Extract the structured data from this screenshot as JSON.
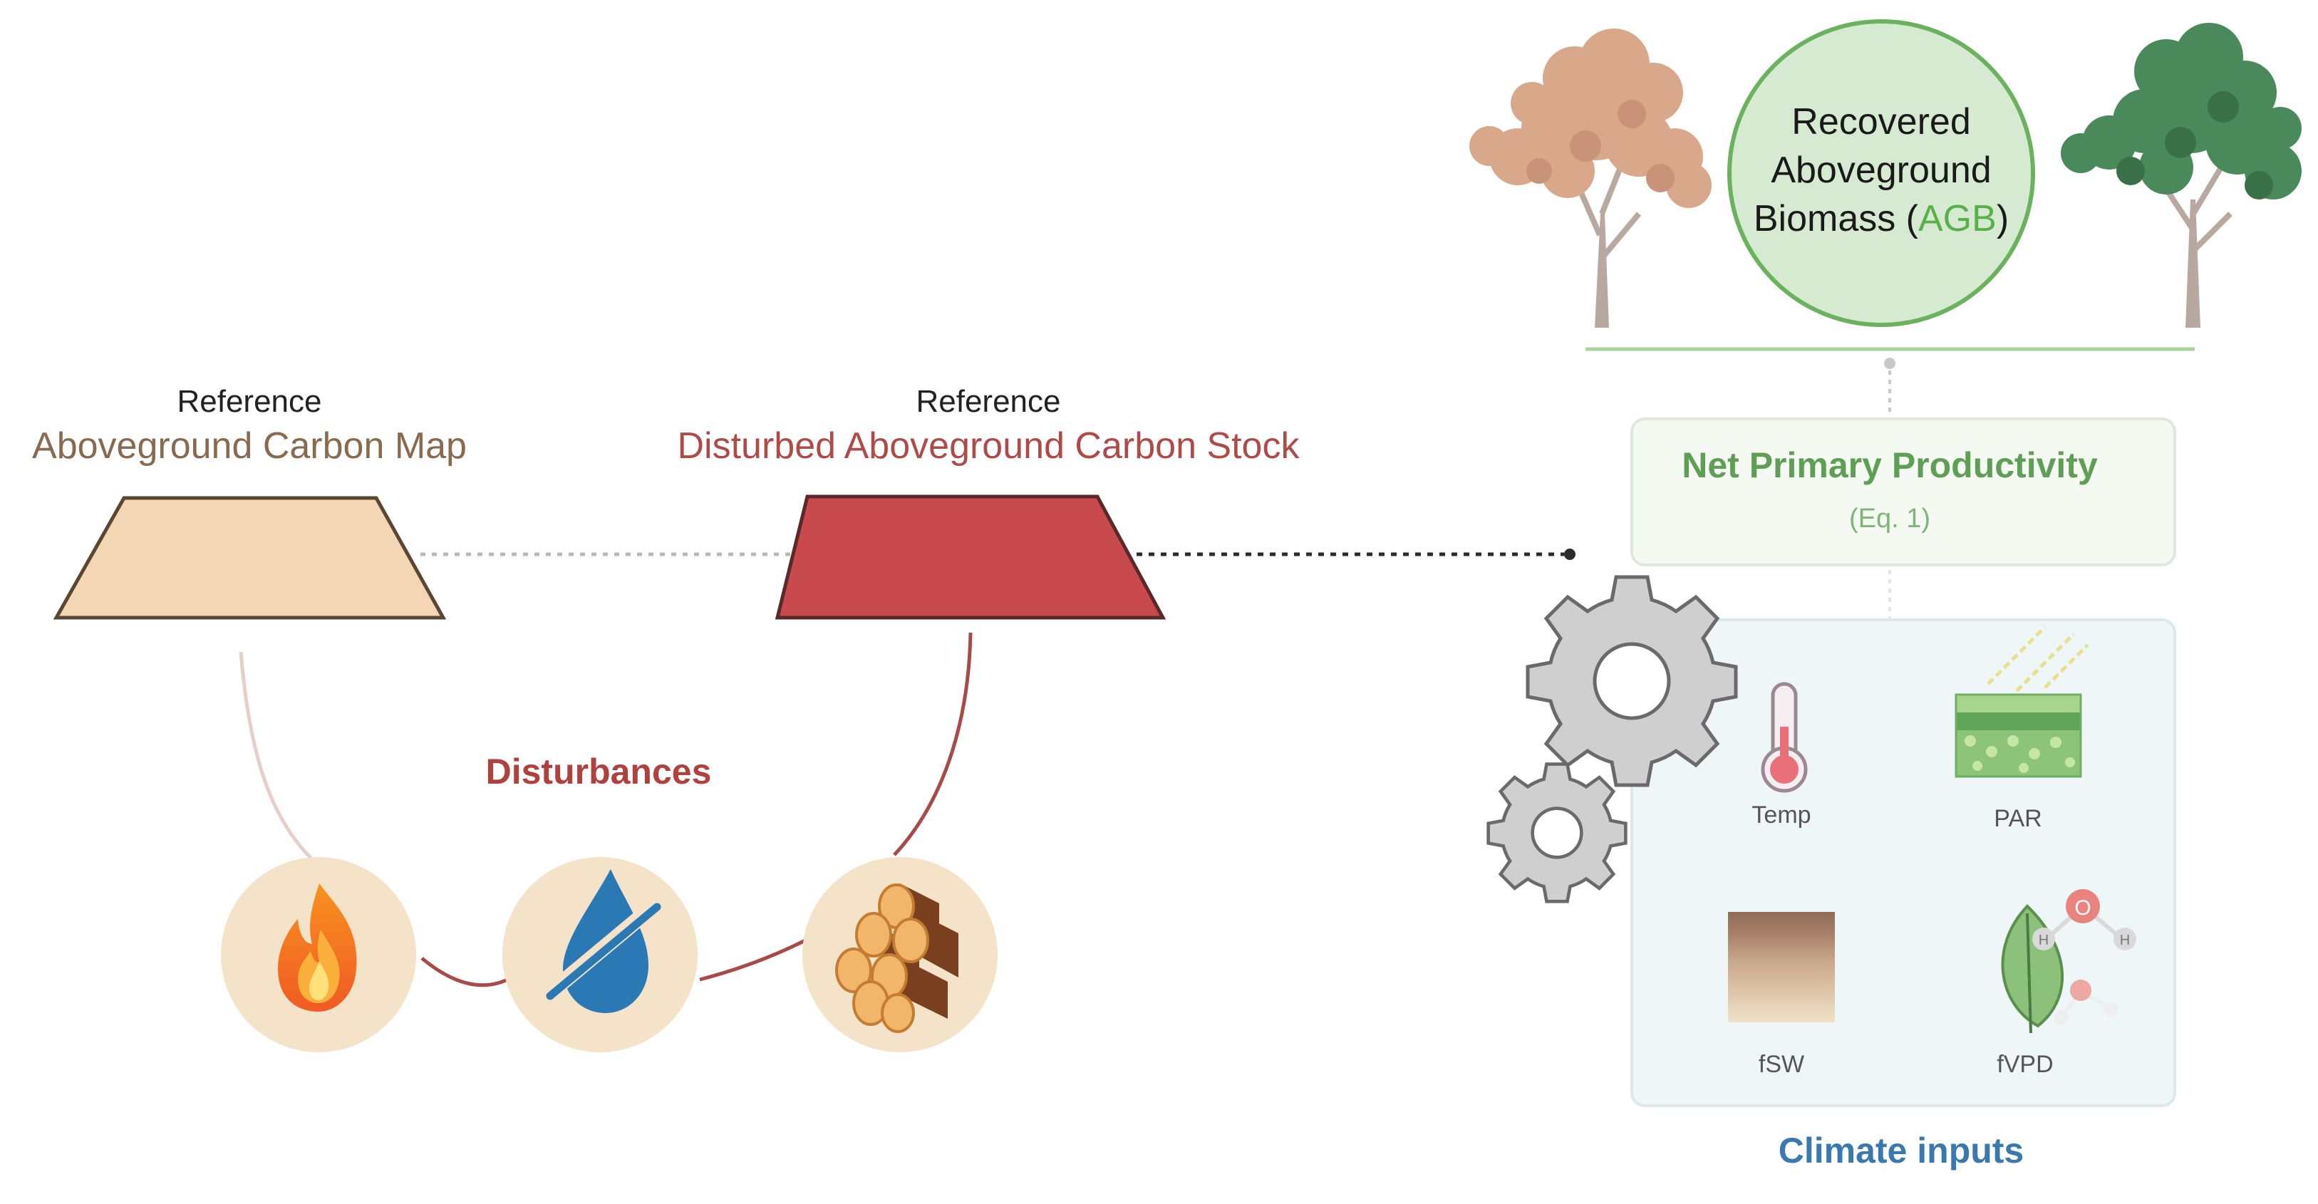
{
  "left_block": {
    "ref_label": "Reference",
    "title": "Aboveground Carbon Map",
    "fill": "#f3d7b5",
    "title_color": "#8a6a4e"
  },
  "middle_block": {
    "ref_label": "Reference",
    "title": "Disturbed Aboveground Carbon Stock",
    "fill": "#c94a4c",
    "title_color": "#b04a48"
  },
  "disturbances": {
    "label": "Disturbances",
    "label_color": "#b0413e",
    "icons": [
      "fire-icon",
      "drought-icon",
      "logging-icon"
    ]
  },
  "recovered": {
    "line1": "Recovered",
    "line2": "Aboveground",
    "line3_prefix": "Biomass (",
    "line3_highlight": "AGB",
    "line3_suffix": ")",
    "highlight_color": "#57b04a",
    "fill": "#d6ead2",
    "stroke": "#6ab25e"
  },
  "npp": {
    "title": "Net Primary Productivity",
    "subtitle": "(Eq. 1)",
    "title_color": "#5e9e55"
  },
  "climate": {
    "label": "Climate inputs",
    "label_color": "#3a78b0",
    "items": {
      "temp": "Temp",
      "par": "PAR",
      "fsw": "fSW",
      "fvpd": "fVPD"
    }
  },
  "molecule": {
    "o": "O",
    "h": "H"
  }
}
